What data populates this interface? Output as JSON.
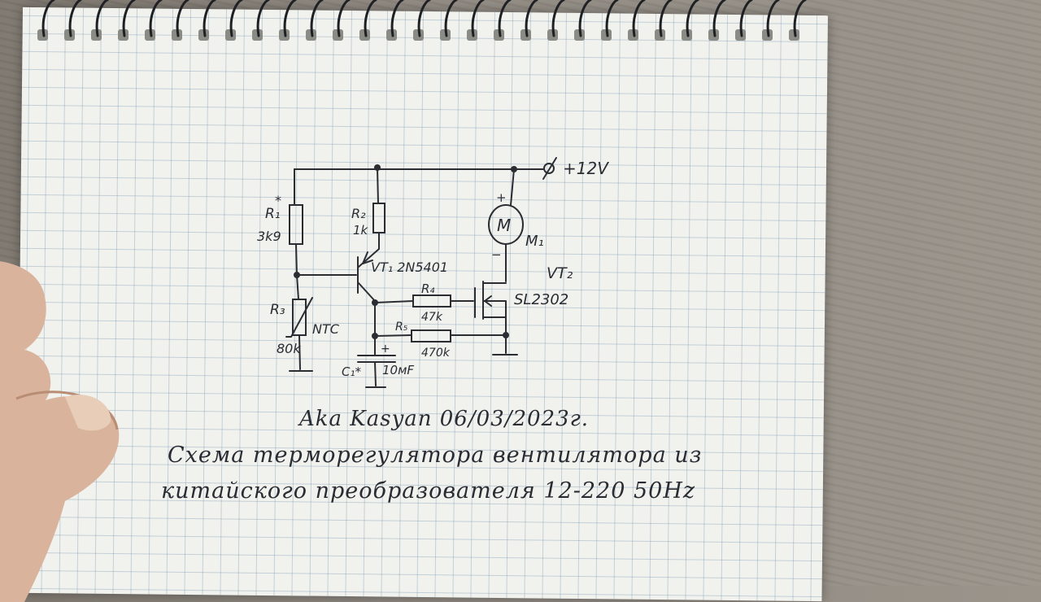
{
  "diagram": {
    "supply_label": "+12V",
    "r1": {
      "label": "R₁",
      "star": "*",
      "value": "3k9"
    },
    "r2": {
      "label": "R₂",
      "value": "1k"
    },
    "r3": {
      "label": "R₃",
      "value": "80k",
      "type": "NTC"
    },
    "r4": {
      "label": "R₄",
      "value": "47k"
    },
    "r5": {
      "label": "R₅",
      "value": "470k"
    },
    "vt1": {
      "label": "VT₁ 2N5401"
    },
    "vt2": {
      "label": "VT₂",
      "part": "SL2302"
    },
    "motor": {
      "symbol": "M",
      "label": "M₁",
      "plus": "+",
      "minus": "−"
    },
    "c1": {
      "label": "C₁*",
      "value": "10мF",
      "plus": "+"
    }
  },
  "caption": {
    "line1": "Aka Kasyan 06/03/2023г.",
    "line2": "Схема терморегулятора вентилятора из",
    "line3": "китайского преобразователя 12-220 50Hz"
  },
  "colors": {
    "ink": "#2a2c33",
    "paper": "#f1f2ee",
    "grid": "#7896af"
  }
}
